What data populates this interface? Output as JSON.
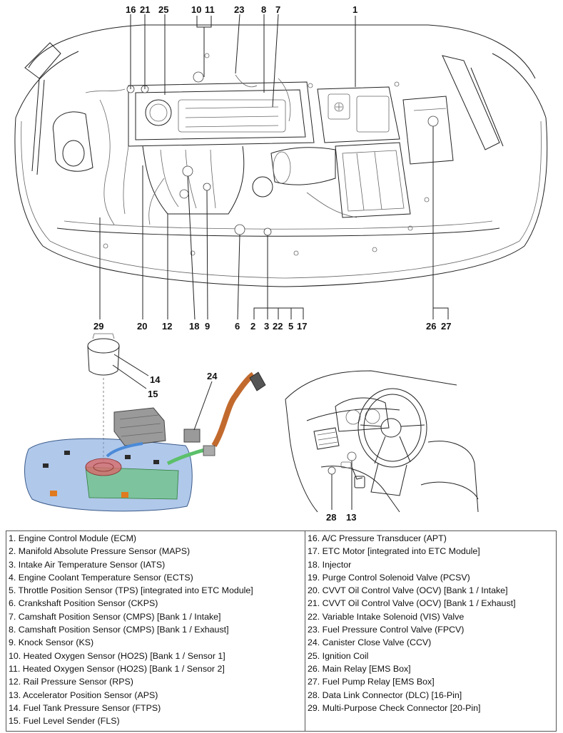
{
  "engine_callouts": {
    "c16": "16",
    "c21": "21",
    "c25": "25",
    "c10": "10",
    "c11": "11",
    "c23": "23",
    "c8": "8",
    "c7": "7",
    "c1": "1",
    "c29": "29",
    "c20": "20",
    "c12": "12",
    "c18": "18",
    "c9": "9",
    "c6": "6",
    "c2": "2",
    "c3": "3",
    "c22": "22",
    "c5": "5",
    "c17": "17",
    "c26": "26",
    "c27": "27"
  },
  "fuel_callouts": {
    "c14": "14",
    "c15": "15",
    "c24": "24"
  },
  "cabin_callouts": {
    "c28": "28",
    "c13": "13"
  },
  "colors": {
    "line": "#222222",
    "tank": "#6f9bd8",
    "tank_green": "#5cc06a",
    "hose": "#c26a2e",
    "canister": "#8a8a8a"
  },
  "legend": {
    "left": [
      "1. Engine Control Module (ECM)",
      "2. Manifold Absolute Pressure Sensor (MAPS)",
      "3. Intake Air Temperature Sensor (IATS)",
      "4. Engine Coolant Temperature Sensor (ECTS)",
      "5. Throttle Position Sensor (TPS) [integrated into ETC Module]",
      "6. Crankshaft Position Sensor (CKPS)",
      "7. Camshaft Position Sensor (CMPS) [Bank 1 / Intake]",
      "8. Camshaft Position Sensor (CMPS) [Bank 1 / Exhaust]",
      "9. Knock Sensor (KS)",
      "10. Heated Oxygen Sensor (HO2S) [Bank 1 / Sensor 1]",
      "11. Heated Oxygen Sensor (HO2S) [Bank 1 / Sensor 2]",
      "12. Rail Pressure Sensor (RPS)",
      "13. Accelerator Position Sensor (APS)",
      "14. Fuel Tank Pressure Sensor (FTPS)",
      "15. Fuel Level Sender (FLS)"
    ],
    "right": [
      "16. A/C Pressure Transducer (APT)",
      "17. ETC Motor [integrated into ETC Module]",
      "18. Injector",
      "19. Purge Control Solenoid Valve (PCSV)",
      "20. CVVT Oil Control Valve (OCV) [Bank 1 / Intake]",
      "21. CVVT Oil Control Valve (OCV) [Bank 1 / Exhaust]",
      "22. Variable Intake Solenoid (VIS) Valve",
      "23. Fuel Pressure Control Valve (FPCV)",
      "24. Canister Close Valve (CCV)",
      "25. Ignition Coil",
      "26. Main Relay [EMS Box]",
      "27. Fuel Pump Relay [EMS Box]",
      "28. Data Link Connector (DLC) [16-Pin]",
      "29. Multi-Purpose Check Connector [20-Pin]"
    ]
  }
}
